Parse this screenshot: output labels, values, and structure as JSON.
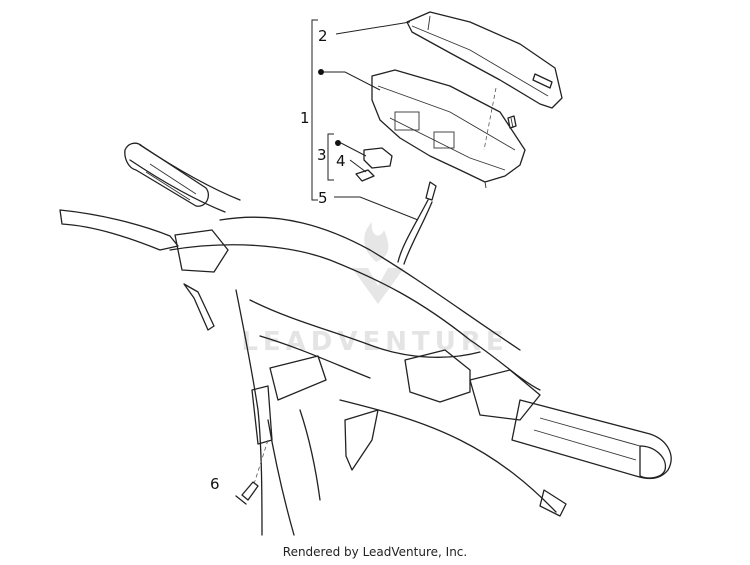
{
  "callouts": {
    "c1": "1",
    "c2": "2",
    "c3": "3",
    "c4": "4",
    "c5": "5",
    "c6": "6"
  },
  "watermark": {
    "text": "LEADVENTURE"
  },
  "footer": {
    "credit": "Rendered by LeadVenture, Inc."
  },
  "colors": {
    "line": "#222222",
    "watermark": "#e4e4e4",
    "background": "#ffffff"
  }
}
